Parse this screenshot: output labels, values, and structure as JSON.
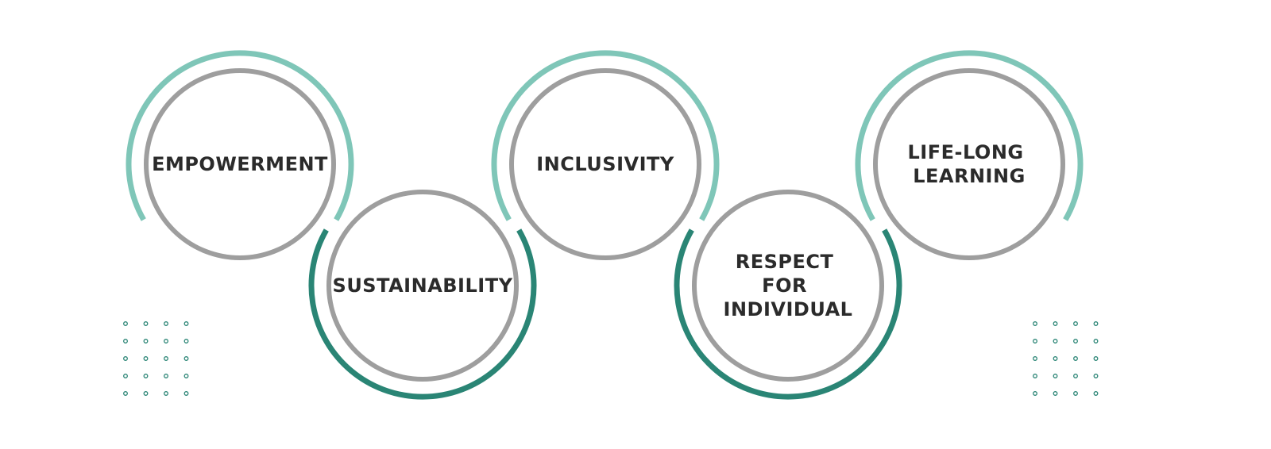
{
  "colors": {
    "inner_ring": "#9e9e9e",
    "top_arc": "#7fc6b8",
    "bottom_arc": "#2a8575",
    "dots": "#2a8575",
    "text": "#2b2b2b"
  },
  "values": [
    {
      "id": "empowerment",
      "lines": [
        "EMPOWERMENT"
      ],
      "arc": "top"
    },
    {
      "id": "sustainability",
      "lines": [
        "SUSTAINABILITY"
      ],
      "arc": "bottom"
    },
    {
      "id": "inclusivity",
      "lines": [
        "INCLUSIVITY"
      ],
      "arc": "top"
    },
    {
      "id": "respect-for-individual",
      "lines": [
        "RESPECT",
        "FOR",
        "INDIVIDUAL"
      ],
      "arc": "bottom"
    },
    {
      "id": "life-long-learning",
      "lines": [
        "LIFE-LONG",
        "LEARNING"
      ],
      "arc": "top"
    }
  ],
  "decorations": {
    "dot_grid_left": {
      "rows": 5,
      "cols": 4
    },
    "dot_grid_right": {
      "rows": 5,
      "cols": 4
    }
  }
}
